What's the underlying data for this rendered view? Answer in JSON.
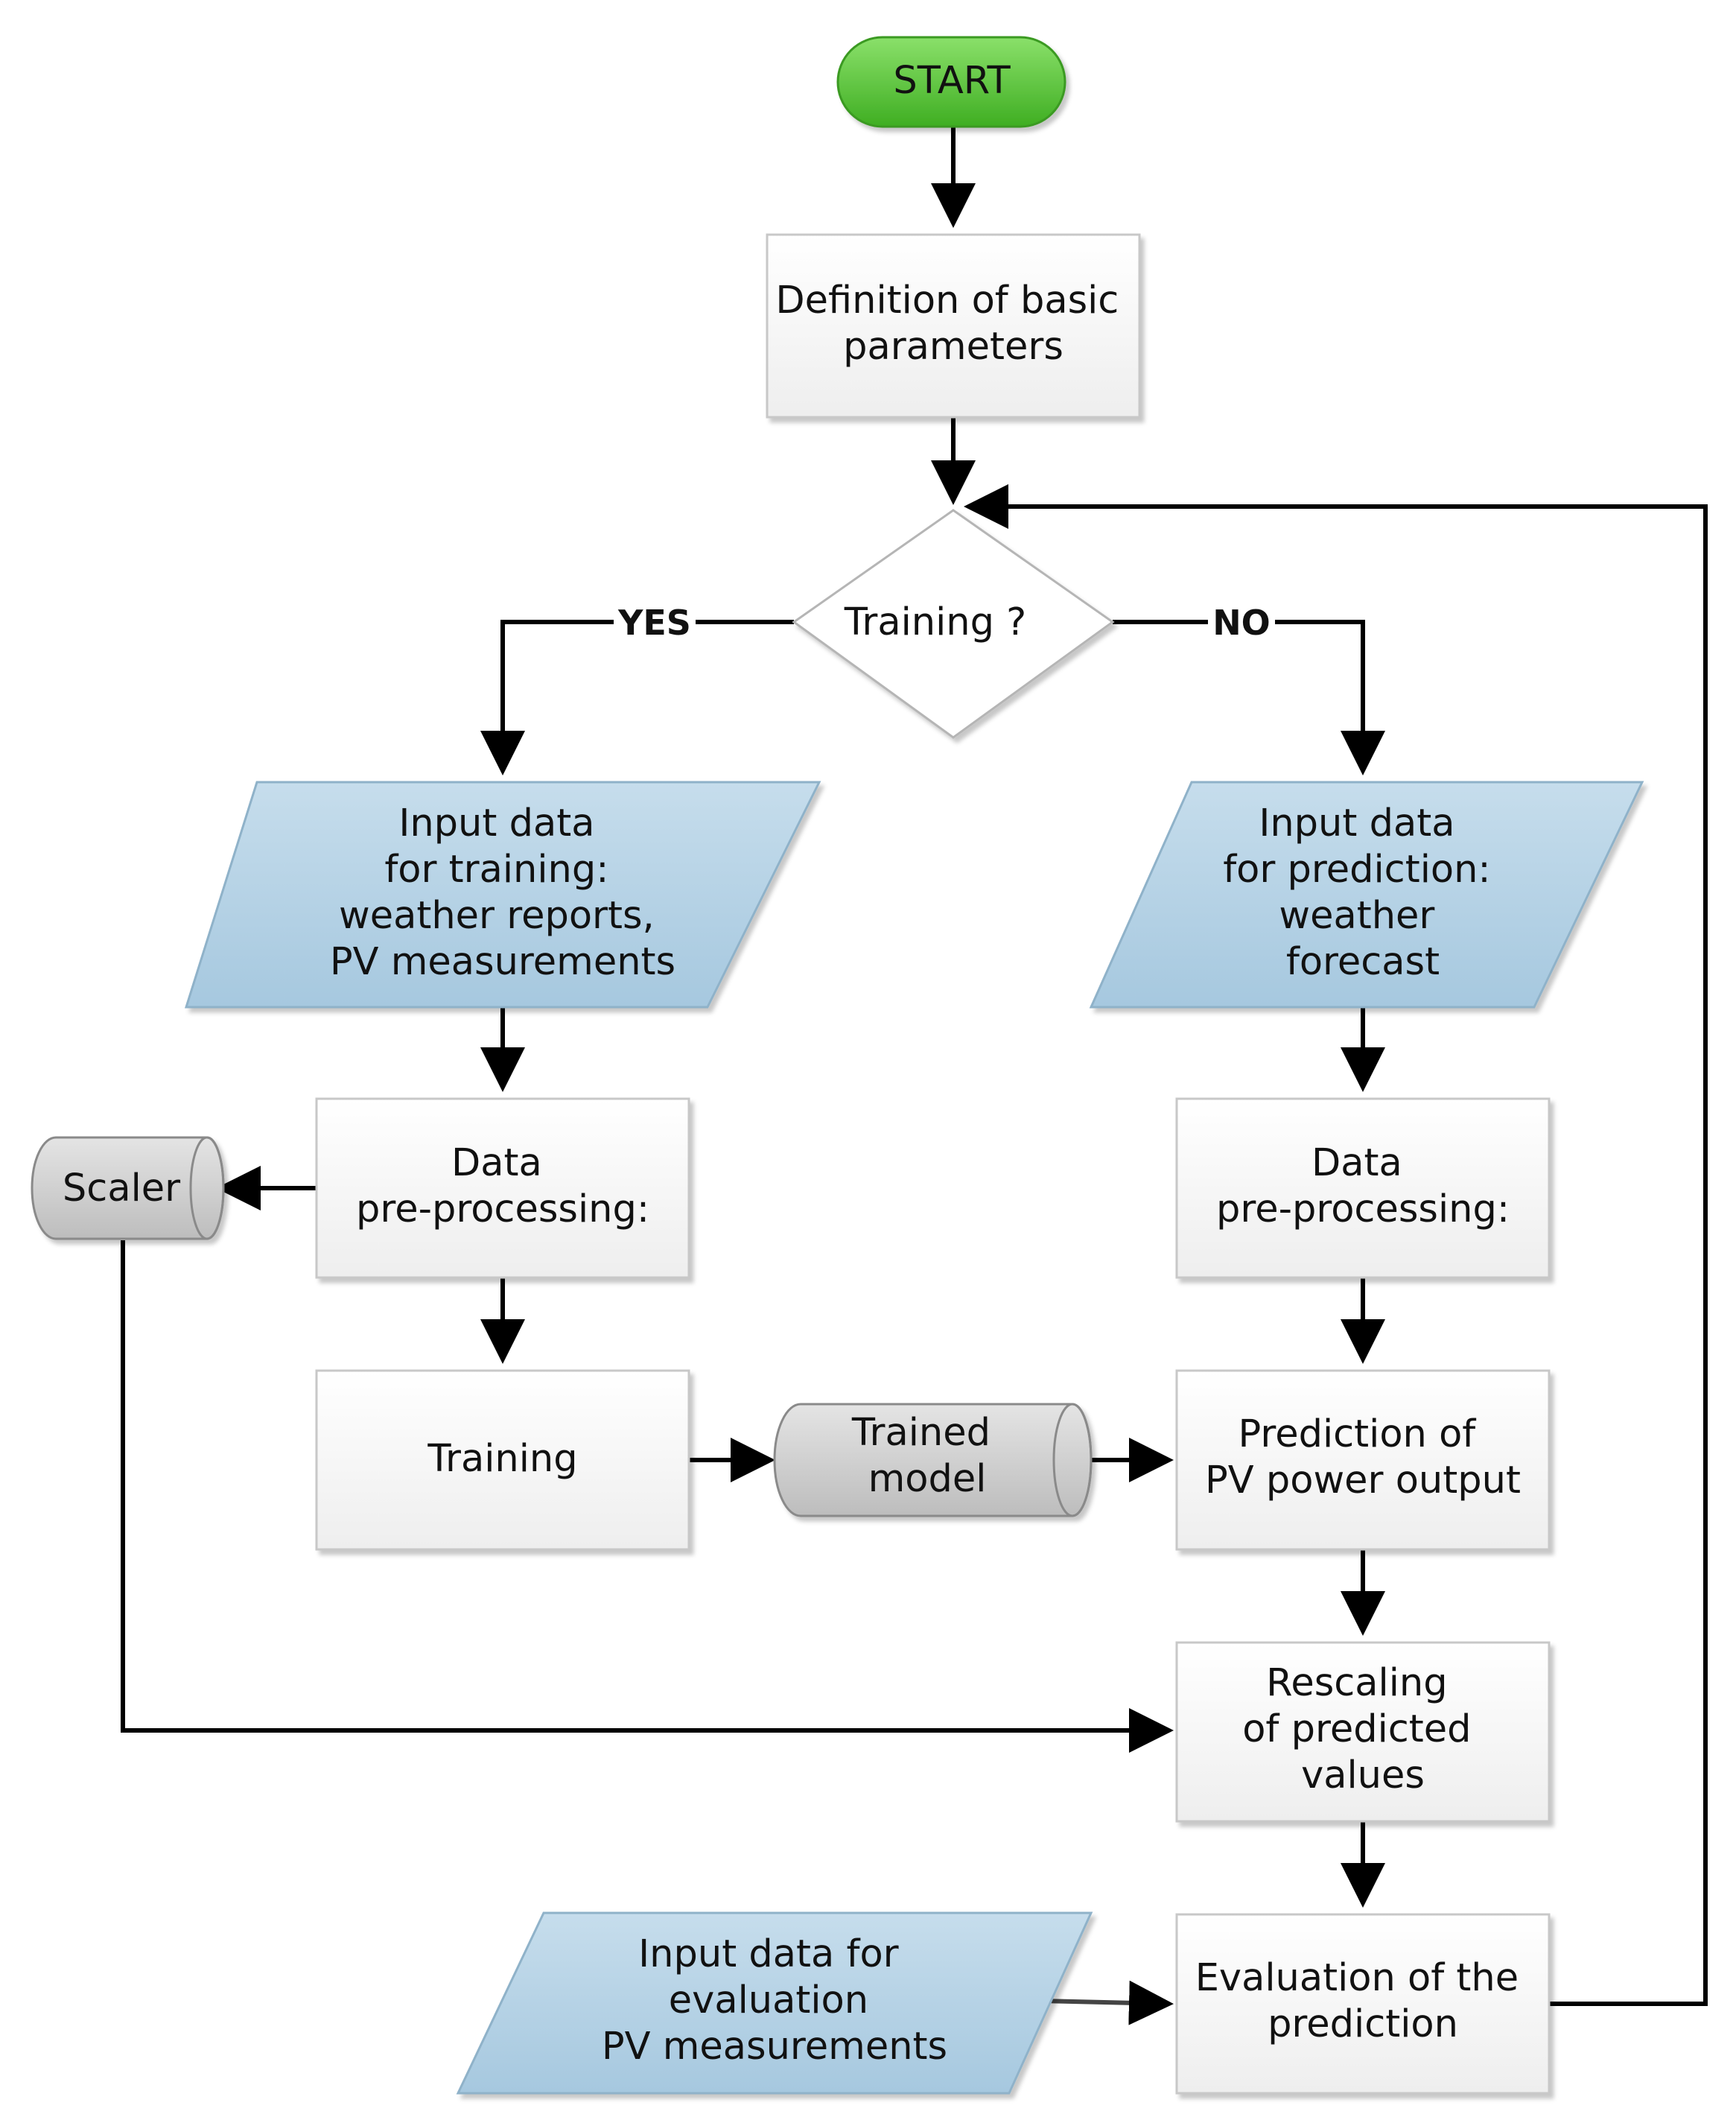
{
  "start": "START",
  "definition": [
    "Definition of basic",
    "parameters"
  ],
  "decision": "Training ?",
  "yes_label": "YES",
  "no_label": "NO",
  "input_training": [
    "Input data",
    "for training:",
    "weather reports,",
    "PV measurements"
  ],
  "input_prediction": [
    "Input data",
    "for prediction:",
    "weather",
    "forecast"
  ],
  "scaler": "Scaler",
  "preproc_left": [
    "Data",
    "pre-processing:"
  ],
  "preproc_right": [
    "Data",
    "pre-processing:"
  ],
  "training": "Training",
  "trained_model": [
    "Trained",
    "model"
  ],
  "prediction": [
    "Prediction of",
    "PV power output"
  ],
  "rescaling": [
    "Rescaling",
    "of predicted",
    "values"
  ],
  "input_evaluation": [
    "Input data for",
    "evaluation",
    "PV measurements"
  ],
  "evaluation": [
    "Evaluation of the",
    "prediction"
  ],
  "colors": {
    "start_fill": "#5cc63a",
    "data_fill": "#b5d3e6",
    "process_fill": "#f2f2f2",
    "store_fill": "#cfcfcf",
    "decision_fill": "#ffffff"
  }
}
